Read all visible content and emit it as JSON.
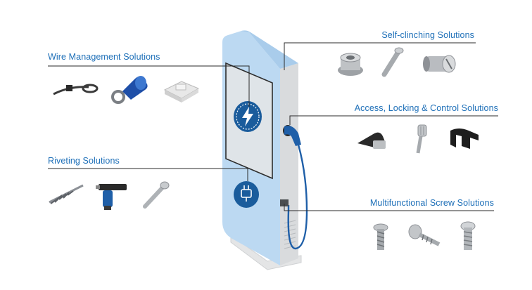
{
  "colors": {
    "label": "#1d6fb8",
    "leader": "#2a2a2a",
    "station_panel": "#bcd9f2",
    "station_side": "#d6d8da",
    "accent_blue": "#1a5c9c",
    "cable": "#1f5fa8"
  },
  "categories": {
    "wire_management": {
      "label": "Wire Management Solutions",
      "items": [
        "cable-tie",
        "ring-terminal",
        "adhesive-mount"
      ]
    },
    "riveting": {
      "label": "Riveting Solutions",
      "items": [
        "blind-rivet",
        "rivet-gun",
        "rivet-stud"
      ]
    },
    "self_clinching": {
      "label": "Self-clinching Solutions",
      "items": [
        "clinch-nut",
        "clinch-pin",
        "clinch-standoff"
      ]
    },
    "access_locking": {
      "label": "Access, Locking & Control Solutions",
      "items": [
        "quarter-turn-latch",
        "captive-screw",
        "panel-clip"
      ]
    },
    "multifunctional_screw": {
      "label": "Multifunctional Screw Solutions",
      "items": [
        "flange-screw",
        "thread-forming-screw",
        "machine-screw"
      ]
    }
  },
  "station": {
    "icons": [
      "lightning-icon",
      "plug-icon"
    ]
  }
}
